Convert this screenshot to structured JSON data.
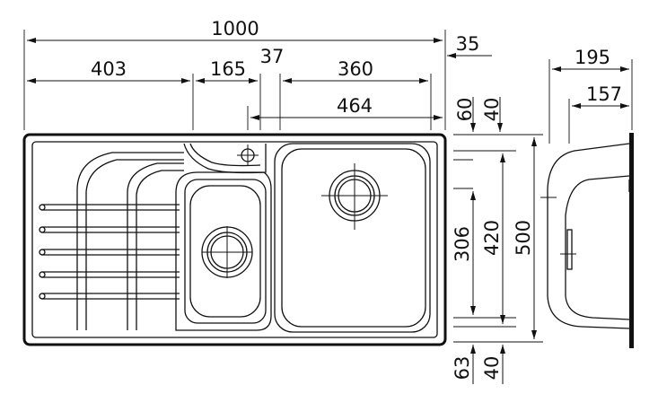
{
  "drawing": {
    "subject": "double-bowl sink with drainer",
    "line_color": "#111111",
    "background": "#ffffff"
  },
  "dimensions": {
    "overall_width": "1000",
    "edge_offset": "35",
    "drainer_width": "403",
    "small_bowl_width": "165",
    "tap_hole_offset": "37",
    "large_bowl_width": "360",
    "bowls_width": "464",
    "top_margin": "60",
    "top_rim": "40",
    "bowl_inner_height": "306",
    "bowl_height": "420",
    "overall_depth": "500",
    "bottom_margin": "63",
    "bottom_rim": "40",
    "side_width": "195",
    "side_depth": "157"
  }
}
